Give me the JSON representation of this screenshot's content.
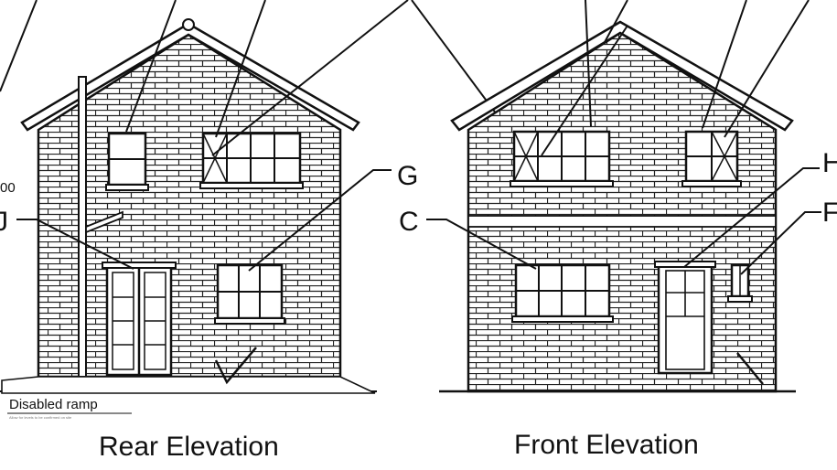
{
  "diagram": {
    "rear_title": "Rear Elevation",
    "front_title": "Front Elevation",
    "ramp_label": "Disabled ramp",
    "ramp_note": "Allow for levels to be confirmed on site",
    "partial_label": "00",
    "labels": {
      "g": "G",
      "c": "C",
      "h": "H",
      "f": "F",
      "j": "J"
    }
  },
  "colors": {
    "line": "#111111",
    "brick_mortar": "#222222",
    "paper": "#ffffff"
  }
}
